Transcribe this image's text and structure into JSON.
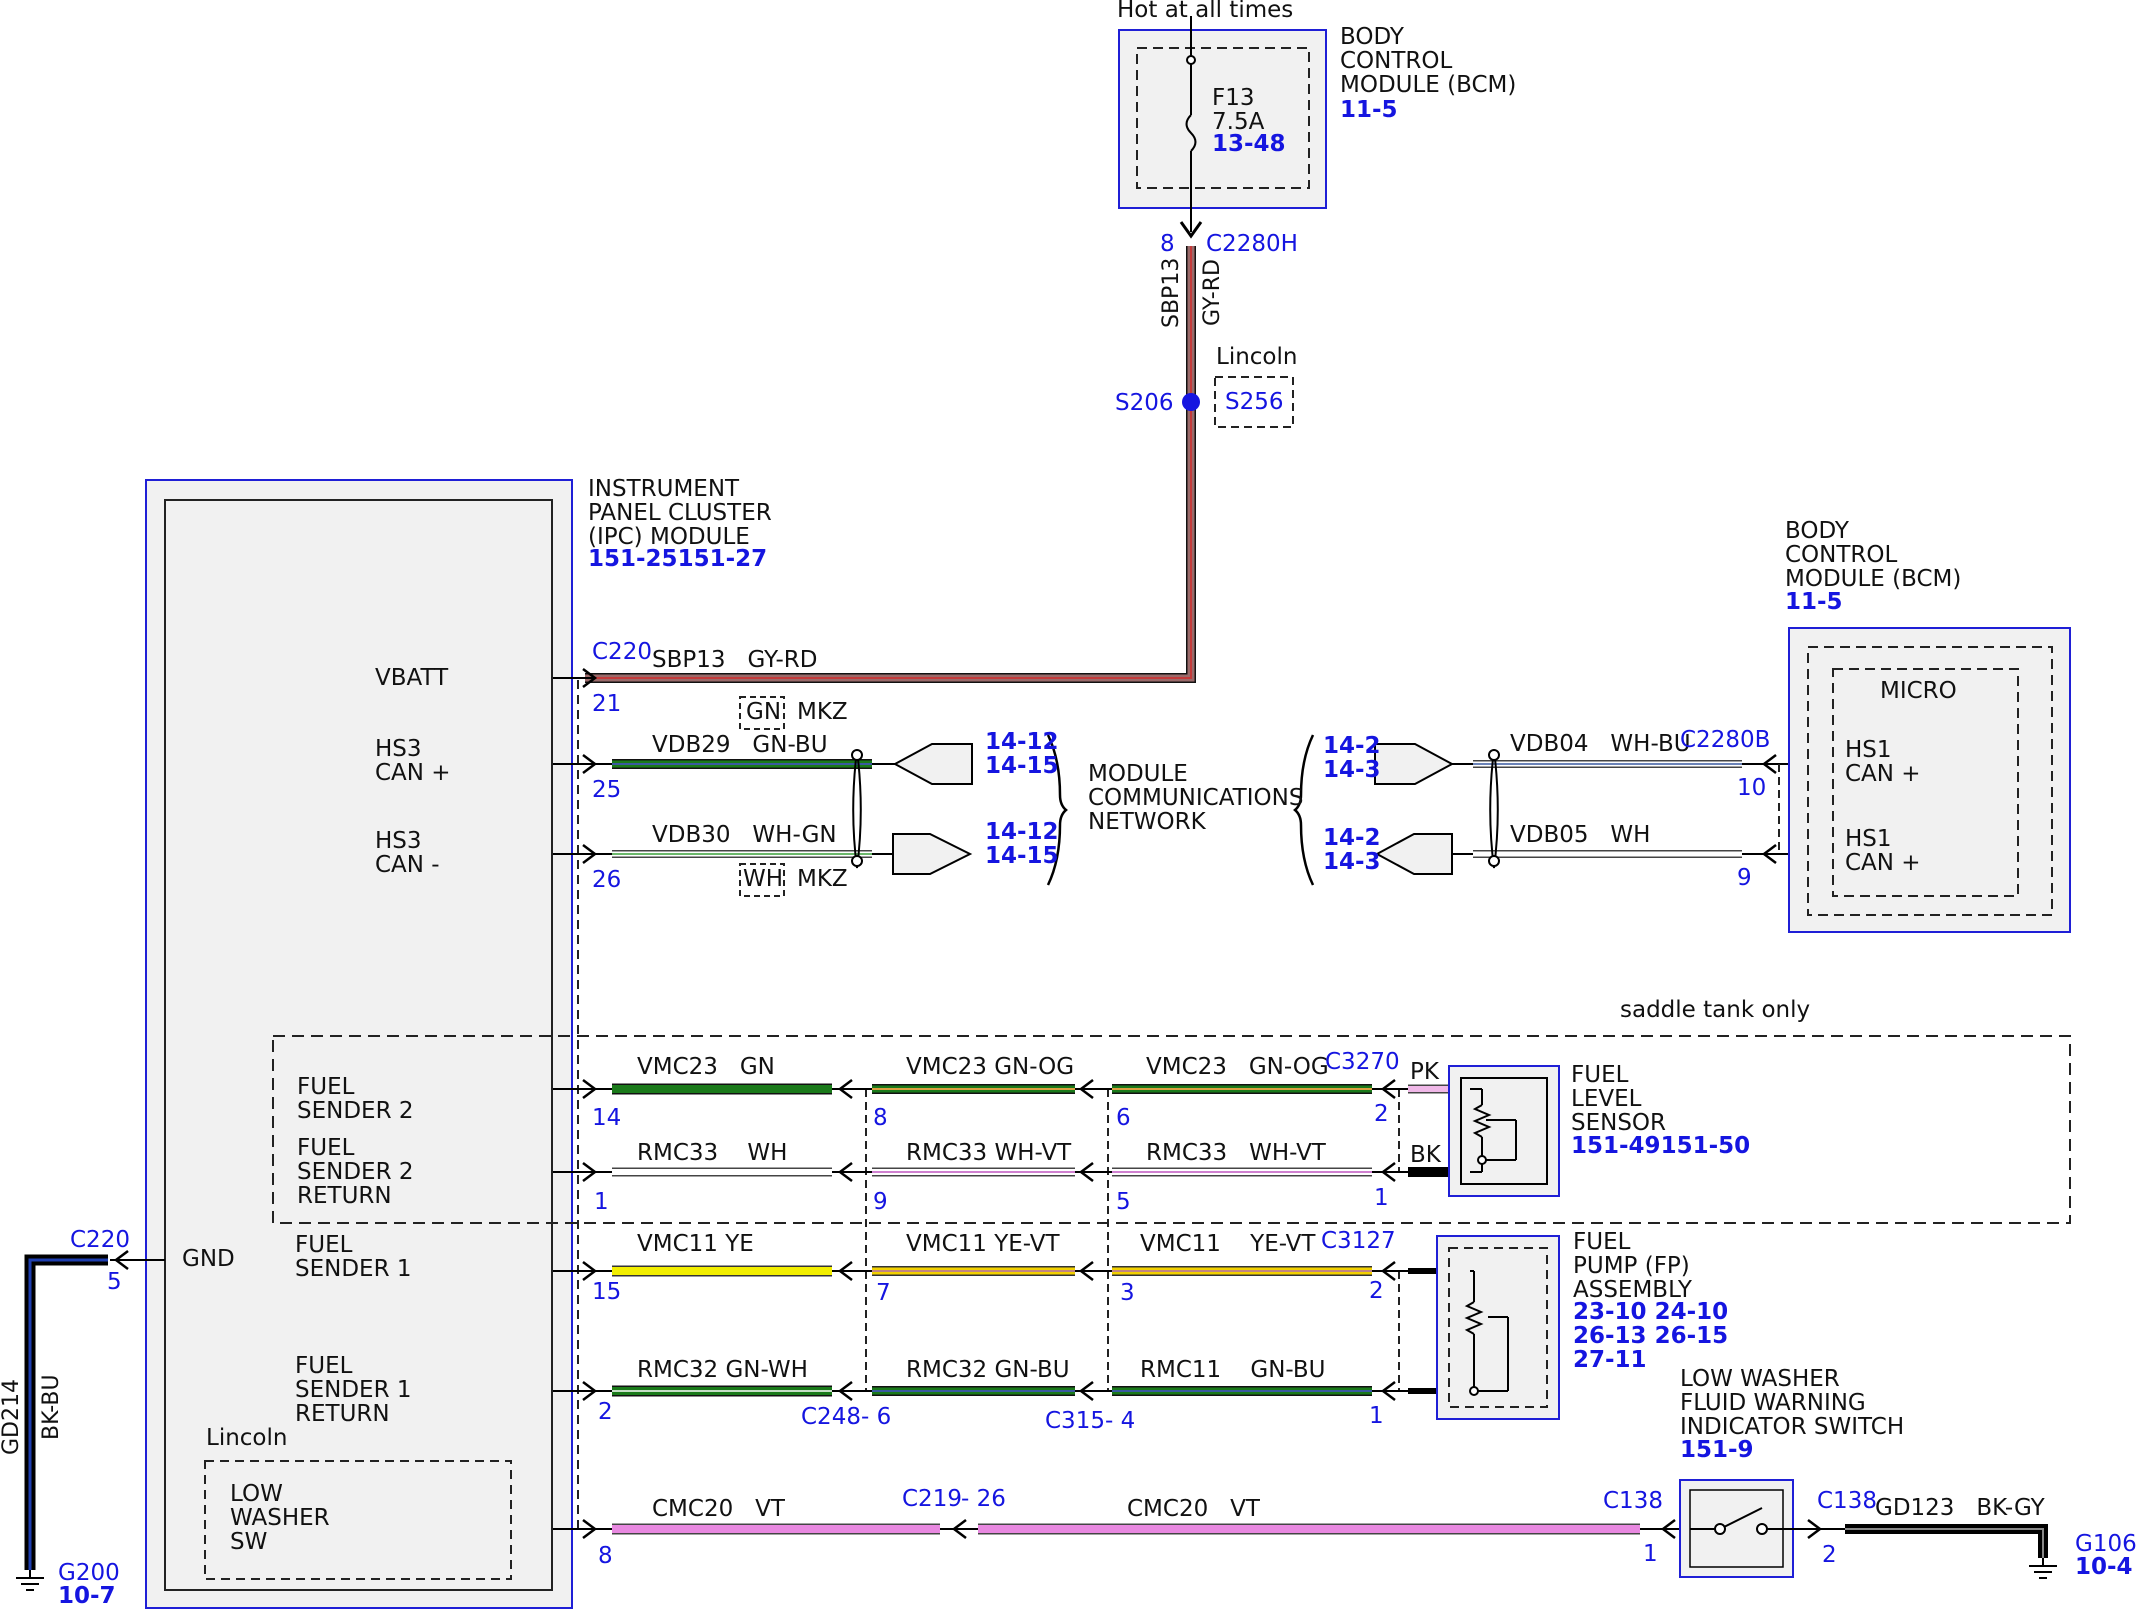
{
  "labels": {
    "hot": "Hot at all times",
    "bcm_top": "BODY\nCONTROL\nMODULE (BCM)",
    "bcm_top_ref": "11-5",
    "fuse": "F13\n7.5A",
    "fuse_ref": "13-48",
    "c2280h_pin": "8",
    "c2280h": "C2280H",
    "sbp13_v": "SBP13",
    "gyrd_v": "GY-RD",
    "lincoln_top": "Lincoln",
    "s206": "S206",
    "s256": "S256",
    "ipc": "INSTRUMENT\nPANEL CLUSTER\n(IPC) MODULE",
    "ipc_ref": "151-25151-27",
    "bcm_right": "BODY\nCONTROL\nMODULE (BCM)",
    "bcm_right_ref": "11-5",
    "vbatt": "VBATT",
    "hs3p": "HS3\nCAN +",
    "hs3m": "HS3\nCAN -",
    "c220_top": "C220",
    "pin21": "21",
    "sbp13_h": "SBP13   GY-RD",
    "gn_box": "GN",
    "mkz1": "MKZ",
    "vdb29": "VDB29   GN-BU",
    "pin25": "25",
    "vdb30": "VDB30   WH-GN",
    "pin26": "26",
    "wh_box": "WH",
    "mkz2": "MKZ",
    "ref1412a": "14-12\n14-15",
    "ref1412b": "14-12\n14-15",
    "mcn": "MODULE\nCOMMUNICATIONS\nNETWORK",
    "ref142a": "14-2\n14-3",
    "ref142b": "14-2\n14-3",
    "vdb04": "VDB04   WH-BU",
    "c2280b": "C2280B",
    "pin10": "10",
    "vdb05": "VDB05   WH",
    "pin9r": "9",
    "micro": "MICRO",
    "hs1a": "HS1\nCAN +",
    "hs1b": "HS1\nCAN +",
    "saddle": "saddle tank only",
    "fs2": "FUEL\nSENDER 2",
    "fs2r": "FUEL\nSENDER 2\nRETURN",
    "fs1": "FUEL\nSENDER 1",
    "fs1r": "FUEL\nSENDER 1\nRETURN",
    "gnd": "GND",
    "lincoln_low": "Lincoln",
    "low_sw": "LOW\nWASHER\nSW",
    "vmc23a": "VMC23   GN",
    "vmc23b": "VMC23 GN-OG",
    "vmc23c": "VMC23   GN-OG",
    "c3270": "C3270",
    "pk": "PK",
    "bk": "BK",
    "rmc33a": "RMC33    WH",
    "rmc33b": "RMC33 WH-VT",
    "rmc33c": "RMC33   WH-VT",
    "pin14": "14",
    "pin8a": "8",
    "pin6a": "6",
    "pin2a": "2",
    "pin1a": "1",
    "pin9a": "9",
    "pin5a": "5",
    "pin1b": "1",
    "fls": "FUEL\nLEVEL\nSENSOR",
    "fls_ref": "151-49151-50",
    "vmc11a": "VMC11 YE",
    "vmc11b": "VMC11 YE-VT",
    "vmc11c": "VMC11    YE-VT",
    "c3127": "C3127",
    "pin15": "15",
    "pin7": "7",
    "pin3": "3",
    "pin2b": "2",
    "fp": "FUEL\nPUMP (FP)\nASSEMBLY",
    "fp_ref": "23-10 24-10\n26-13 26-15\n27-11",
    "rmc32a": "RMC32 GN-WH",
    "rmc32b": "RMC32 GN-BU",
    "rmc11": "RMC11    GN-BU",
    "pin2c": "2",
    "c248": "C248",
    "pin6b": "- 6",
    "c315": "C315",
    "pin4": "- 4",
    "pin1c": "1",
    "lwf": "LOW WASHER\nFLUID WARNING\nINDICATOR SWITCH",
    "lwf_ref": "151-9",
    "cmc20a": "CMC20   VT",
    "c219": "C219",
    "pin26b": "- 26",
    "cmc20b": "CMC20   VT",
    "c138a": "C138",
    "pin1d": "1",
    "c138b": "C138",
    "pin2d": "2",
    "gd123": "GD123   BK-GY",
    "g106": "G106",
    "g106_ref": "10-4",
    "pin8b": "8",
    "c220_left": "C220",
    "pin5b": "5",
    "gd214": "GD214",
    "bkbu": "BK-BU",
    "g200": "G200",
    "g200_ref": "10-7"
  },
  "colors": {
    "module_border": "#1f1fd6",
    "module_fill": "#f1f1f1",
    "ref_blue": "#1515e0",
    "gy_rd_wire": "#9a6a6a",
    "red_stripe": "#c43a3a",
    "green": "#1a7a1a",
    "yellow": "#f2ee00",
    "pink": "#e888e0",
    "black": "#000000"
  }
}
